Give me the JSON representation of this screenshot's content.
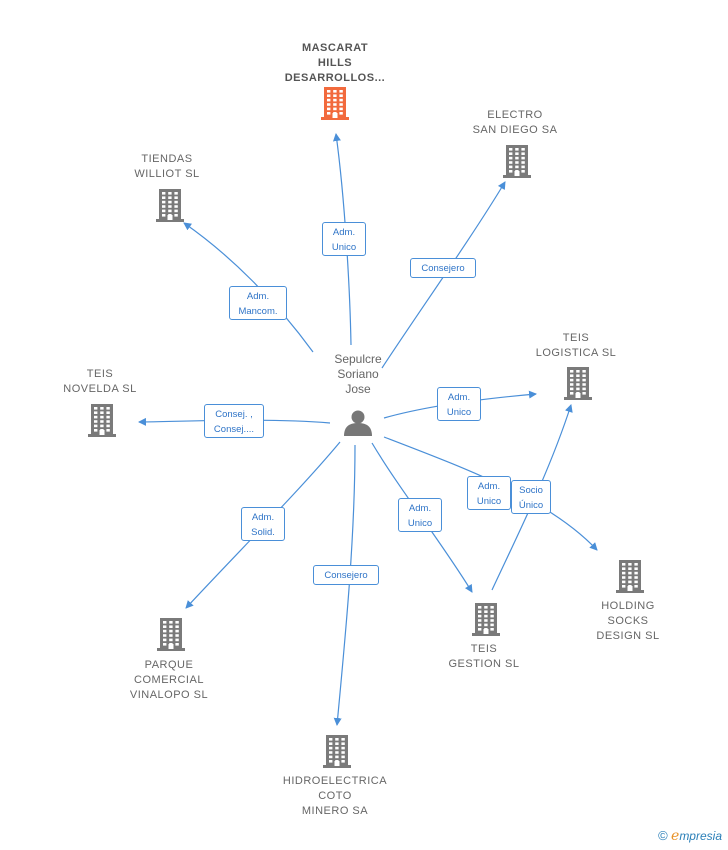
{
  "colors": {
    "edge": "#4a8fd8",
    "building": "#7a7a7a",
    "highlight": "#f26a3d",
    "person": "#777777"
  },
  "center": {
    "label": "Sepulcre\nSoriano\nJose",
    "icon": "person-icon"
  },
  "nodes": [
    {
      "id": "mascarat",
      "label": "MASCARAT\nHILLS\nDESARROLLOS...",
      "highlight": true
    },
    {
      "id": "electro",
      "label": "ELECTRO\nSAN DIEGO SA"
    },
    {
      "id": "tiendas",
      "label": "TIENDAS\nWILLIOT  SL"
    },
    {
      "id": "teis_logistica",
      "label": "TEIS\nLOGISTICA  SL"
    },
    {
      "id": "teis_novelda",
      "label": "TEIS\nNOVELDA  SL"
    },
    {
      "id": "holding",
      "label": "HOLDING\nSOCKS\nDESIGN  SL"
    },
    {
      "id": "teis_gestion",
      "label": "TEIS\nGESTION  SL"
    },
    {
      "id": "parque",
      "label": "PARQUE\nCOMERCIAL\nVINALOPO  SL"
    },
    {
      "id": "hidro",
      "label": "HIDROELECTRICA\nCOTO\nMINERO SA"
    }
  ],
  "edges": [
    {
      "to": "mascarat",
      "label": "Adm.\nUnico"
    },
    {
      "to": "electro",
      "label": "Consejero"
    },
    {
      "to": "tiendas",
      "label": "Adm.\nMancom."
    },
    {
      "to": "teis_novelda",
      "label": "Consej. ,\nConsej...."
    },
    {
      "to": "teis_logistica",
      "label": "Adm.\nUnico"
    },
    {
      "to": "holding",
      "label": "Adm.\nUnico"
    },
    {
      "to": "teis_gestion",
      "label": "Adm.\nUnico"
    },
    {
      "to": "parque",
      "label": "Adm.\nSolid."
    },
    {
      "to": "hidro",
      "label": "Consejero"
    },
    {
      "from": "teis_gestion",
      "to": "teis_logistica",
      "label": "Socio\nÚnico"
    }
  ],
  "brand": {
    "copyright": "©",
    "initial": "e",
    "rest": "mpresia"
  }
}
